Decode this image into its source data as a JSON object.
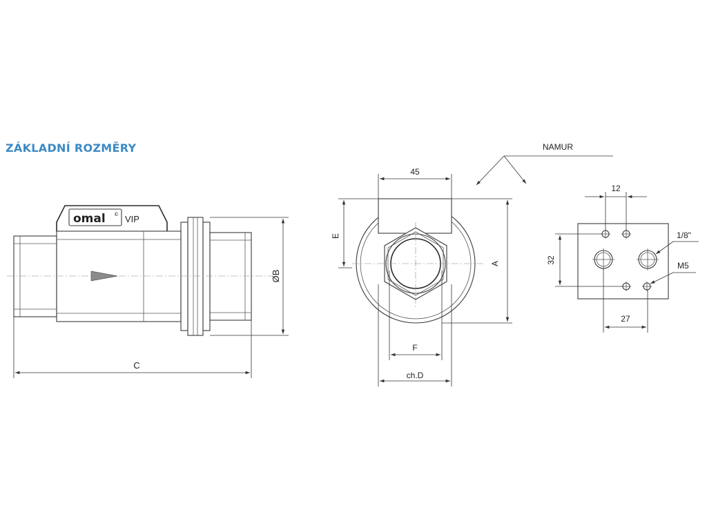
{
  "title": "ZÁKLADNÍ ROZMĚRY",
  "side_view": {
    "brand": "omal",
    "brand_mark": "©",
    "model": "VIP",
    "dim_c": "C",
    "dim_b": "ØB"
  },
  "front_view": {
    "dim_45": "45",
    "dim_e": "E",
    "dim_a": "A",
    "dim_f": "F",
    "dim_chd": "ch.D",
    "namur": "NAMUR"
  },
  "namur_detail": {
    "dim_12": "12",
    "dim_32": "32",
    "dim_27": "27",
    "thread_18": "1/8\"",
    "thread_m5": "M5"
  },
  "colors": {
    "title": "#3d8ac4",
    "line": "#3a3a3a",
    "flow_arrow": "#8a8a8a"
  }
}
